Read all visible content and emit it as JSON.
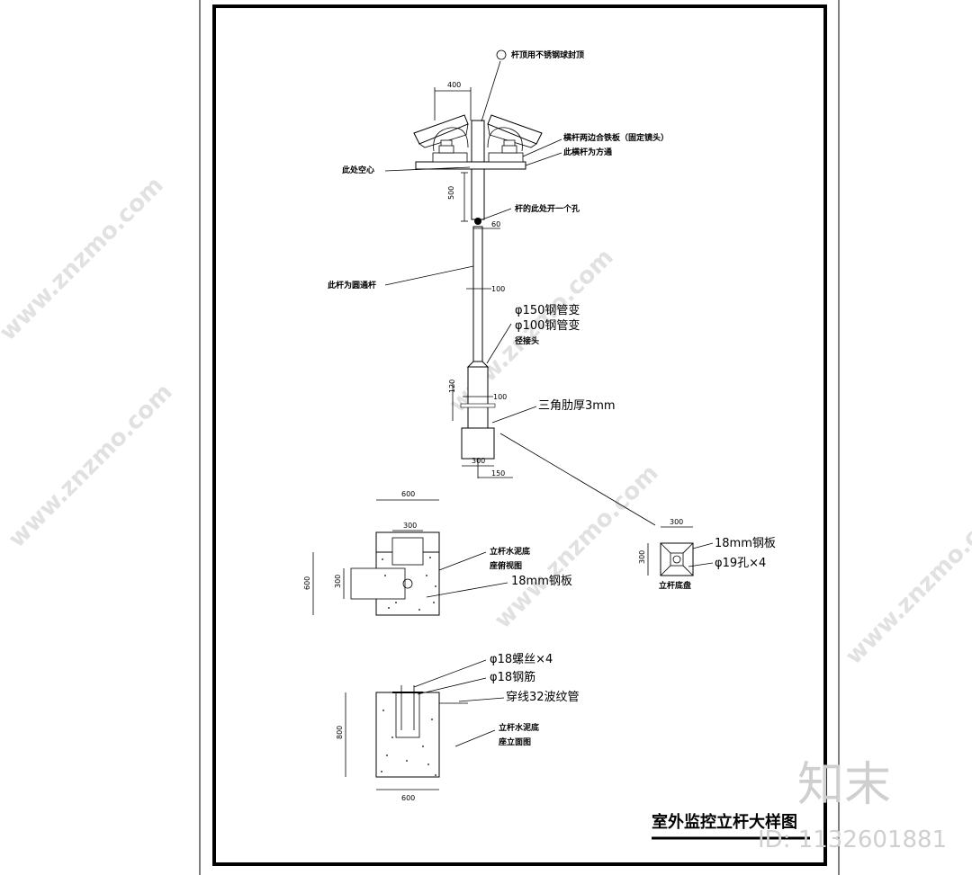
{
  "drawing_title": "室外监控立杆大样图",
  "pole_labels": {
    "top_cap": "杆顶用不锈钢球封顶",
    "crossarm_plate": "横杆两边合铁板（固定镜头）",
    "crossarm_square": "此横杆为方通",
    "hollow": "此处空心",
    "hole": "杆的此处开一个孔",
    "round_pole": "此杆为圆通杆",
    "reducer_line1": "φ150钢管变",
    "reducer_line2": "φ100钢管变",
    "reducer_line3": "径接头",
    "rib": "三角肋厚3mm"
  },
  "pole_dims": {
    "top_width": "400",
    "arm_height": "500",
    "hole_dia": "60",
    "upper_dia": "100",
    "rib_height": "120",
    "lower_dia": "100",
    "base_width": "300",
    "base_half": "150"
  },
  "base_plate": {
    "label": "立杆底盘",
    "width": "300",
    "height": "300",
    "plate": "18mm钢板",
    "holes": "φ19孔×4"
  },
  "plan_view": {
    "label_line1": "立杆水泥底",
    "label_line2": "座俯视图",
    "outer_width": "600",
    "inner_width": "300",
    "outer_height": "600",
    "inner_height": "300",
    "plate": "18mm钢板"
  },
  "elevation_view": {
    "bolts": "φ18螺丝×4",
    "rebar": "φ18钢筋",
    "conduit": "穿线32波纹管",
    "label_line1": "立杆水泥底",
    "label_line2": "座立面图",
    "height": "800",
    "width": "600"
  },
  "watermarks": {
    "site": "www.znzmo.com",
    "brand_logo": "知末",
    "id_text": "ID: 1132601881"
  }
}
